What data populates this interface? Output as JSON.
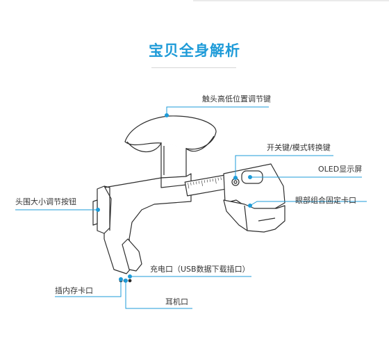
{
  "page": {
    "title": "宝贝全身解析",
    "subtitle": "",
    "accent_color": "#1e9bd8"
  },
  "callouts": {
    "height_button": "触头高低位置调节键",
    "power_mode_button": "开关键/模式转换键",
    "oled_screen": "OLED显示屏",
    "eye_clip": "眼部组合固定卡口",
    "head_size_knob": "头围大小调节按钮",
    "charging_port": "充电口（USB数据下载插口）",
    "memory_card_slot": "插内存卡口",
    "earphone_jack": "耳机口"
  },
  "scale_ticks": [
    "1",
    "2",
    "3",
    "4",
    "5",
    "6",
    "7",
    "8",
    "9",
    "10",
    "11",
    "12",
    "13",
    "14",
    "15"
  ]
}
